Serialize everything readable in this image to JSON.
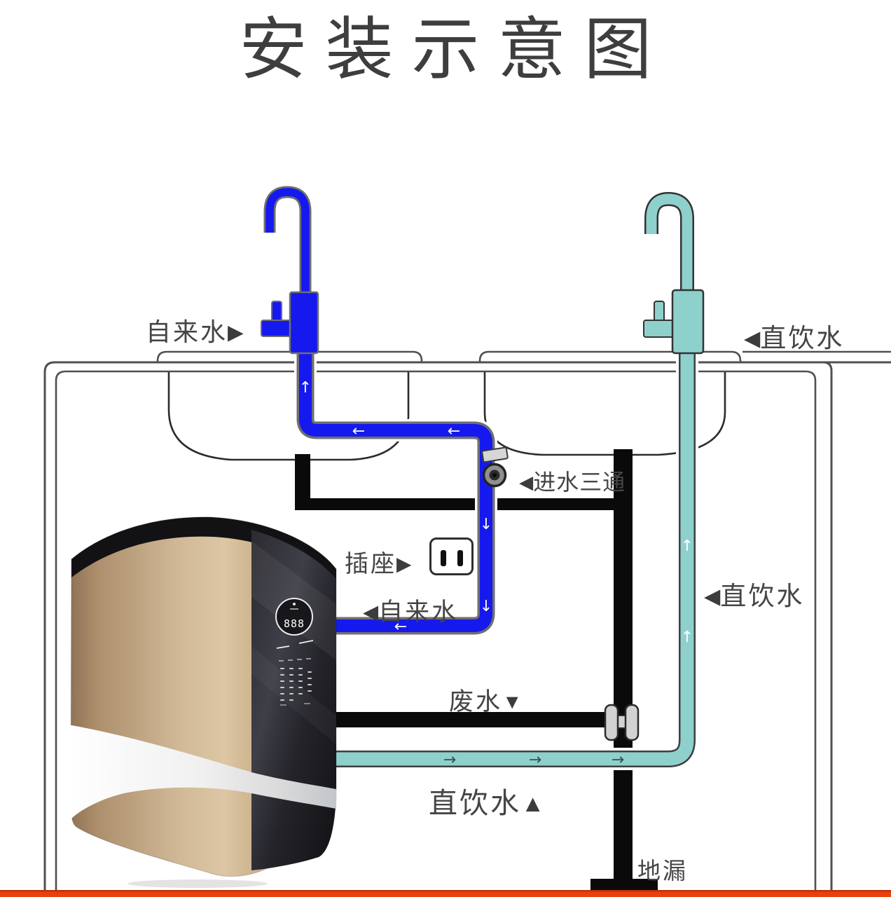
{
  "title": "安装示意图",
  "purifier": {
    "display_value": "888"
  },
  "labels": {
    "tap_water_top": {
      "text": "自来水",
      "arrow": "▶"
    },
    "pure_water_top": {
      "text": "直饮水",
      "arrow": "◀"
    },
    "inlet_tee": {
      "text": "进水三通",
      "arrow": "◀"
    },
    "socket": {
      "text": "插座",
      "arrow": "▶"
    },
    "tap_water_mid": {
      "text": "自来水",
      "arrow": "◀"
    },
    "pure_water_right": {
      "text": "直饮水",
      "arrow": "◀"
    },
    "waste_water": {
      "text": "废水",
      "arrow": "▼"
    },
    "pure_water_bottom": {
      "text": "直饮水",
      "arrow": "▲"
    },
    "floor_drain": {
      "text": "地漏"
    }
  },
  "flow_arrows": {
    "up": "↑",
    "down": "↓",
    "left": "←",
    "right": "→"
  },
  "colors": {
    "tap_water": "#1519ee",
    "pure_water": "#8ed0cc",
    "drain": "#0a0a0a",
    "floor_line": "#e8400f",
    "label_text": "#454545"
  }
}
